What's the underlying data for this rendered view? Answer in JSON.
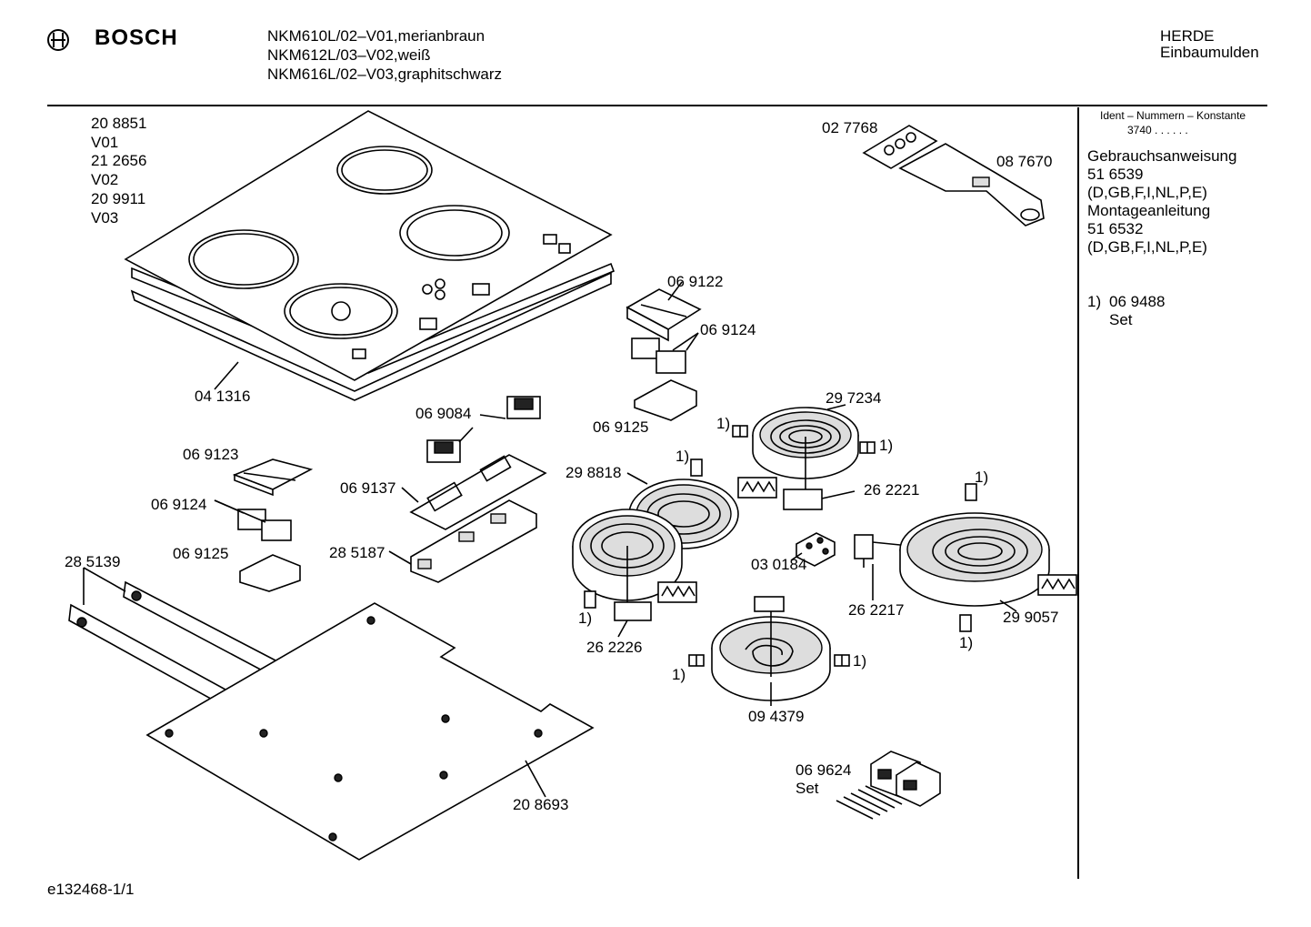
{
  "header": {
    "brand": "BOSCH",
    "models": [
      "NKM610L/02–V01,merianbraun",
      "NKM612L/03–V02,weiß",
      "NKM616L/02–V03,graphitschwarz"
    ],
    "category_1": "HERDE",
    "category_2": "Einbaumulden"
  },
  "variants": [
    "20 8851",
    "V01",
    "21 2656",
    "V02",
    "20 9911",
    "V03"
  ],
  "sidebar": {
    "ident_title": "Ident – Nummern – Konstante",
    "ident_value": "3740 . . . . . .",
    "docs": [
      "Gebrauchsanweisung",
      "51 6539",
      "(D,GB,F,I,NL,P,E)",
      "Montageanleitung",
      "51 6532",
      "(D,GB,F,I,NL,P,E)"
    ],
    "note_number": "1)",
    "note_part": "06 9488",
    "note_text": "Set"
  },
  "parts": {
    "p027768": "02 7768",
    "p087670": "08 7670",
    "p041316": "04 1316",
    "p069122": "06 9122",
    "p069124a": "06 9124",
    "p069125a": "06 9125",
    "p069084": "06 9084",
    "p069123": "06 9123",
    "p069124b": "06 9124",
    "p069125b": "06 9125",
    "p069137": "06 9137",
    "p285187": "28 5187",
    "p285139": "28 5139",
    "p297234": "29 7234",
    "p262221": "26 2221",
    "p298818": "29 8818",
    "p030184": "03 0184",
    "p262217": "26 2217",
    "p299057": "29 9057",
    "p262226": "26 2226",
    "p094379": "09 4379",
    "p208693": "20 8693",
    "p069624": "06 9624",
    "set": "Set"
  },
  "footnote_mark": "1)",
  "footer": {
    "drawing_id": "e132468-1/1"
  }
}
